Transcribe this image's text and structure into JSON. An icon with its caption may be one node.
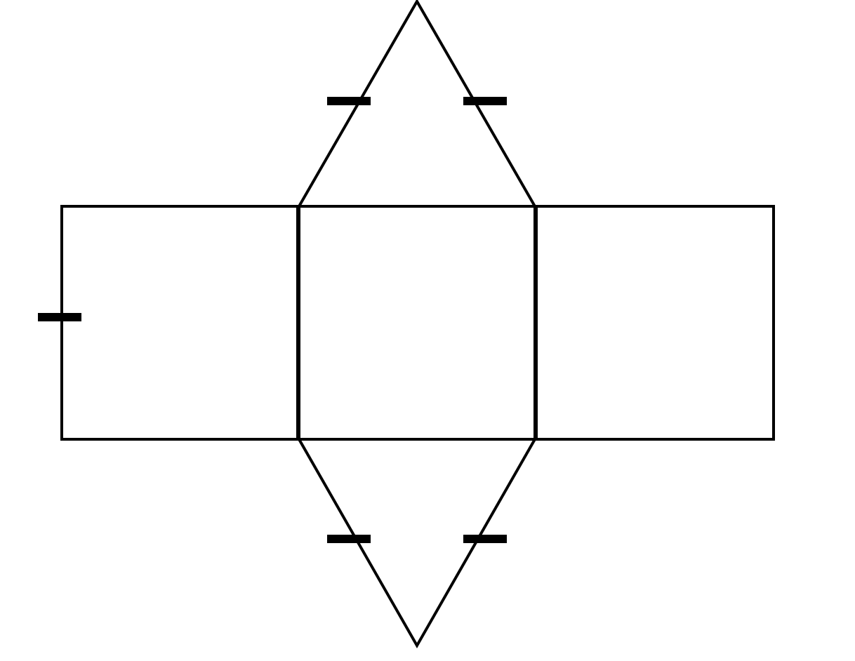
{
  "diagram": {
    "nodes": [
      {
        "text": [],
        "shape": "triangle"
      },
      {
        "text": [],
        "shape": "box"
      },
      {
        "text": [],
        "shape": "box"
      },
      {
        "text": [],
        "shape": "box"
      },
      {
        "text": [],
        "shape": "triangle"
      }
    ]
  }
}
